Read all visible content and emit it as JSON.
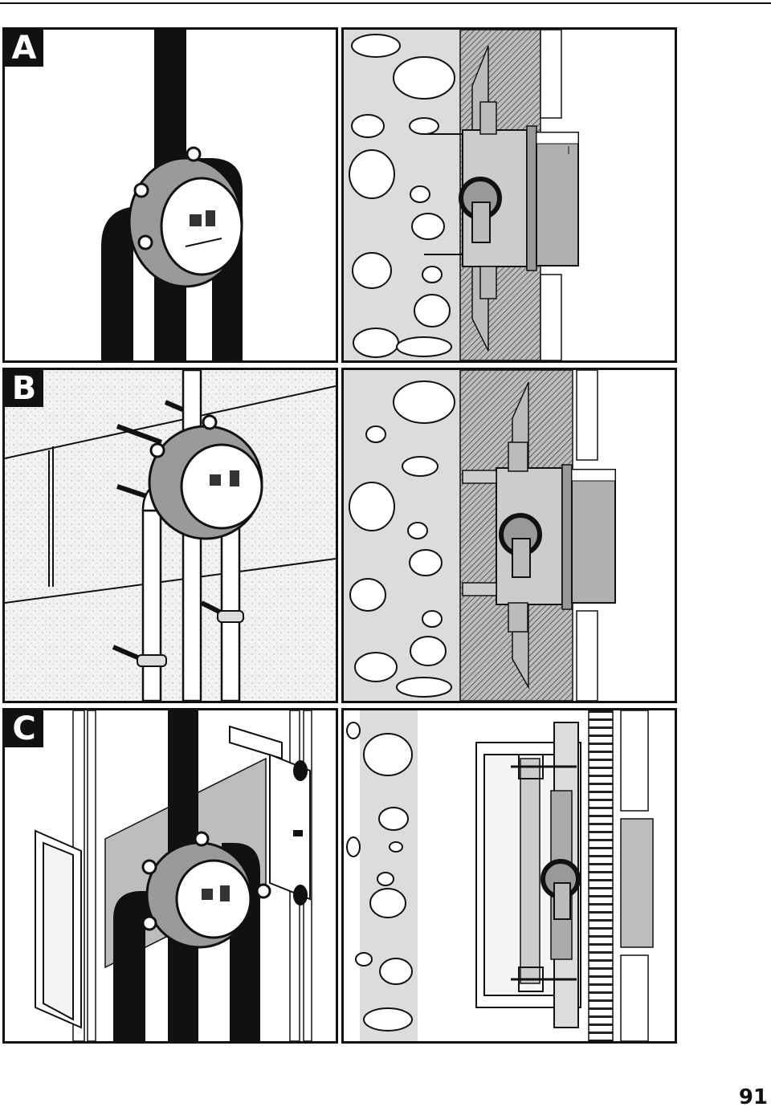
{
  "panels": [
    {
      "label": "A"
    },
    {
      "label": "B"
    },
    {
      "label": "C"
    }
  ],
  "page_number": "91",
  "colors": {
    "ink": "#111111",
    "stone": "#dcdcdc",
    "wall": "#bdbdbd",
    "paper": "#ffffff"
  }
}
